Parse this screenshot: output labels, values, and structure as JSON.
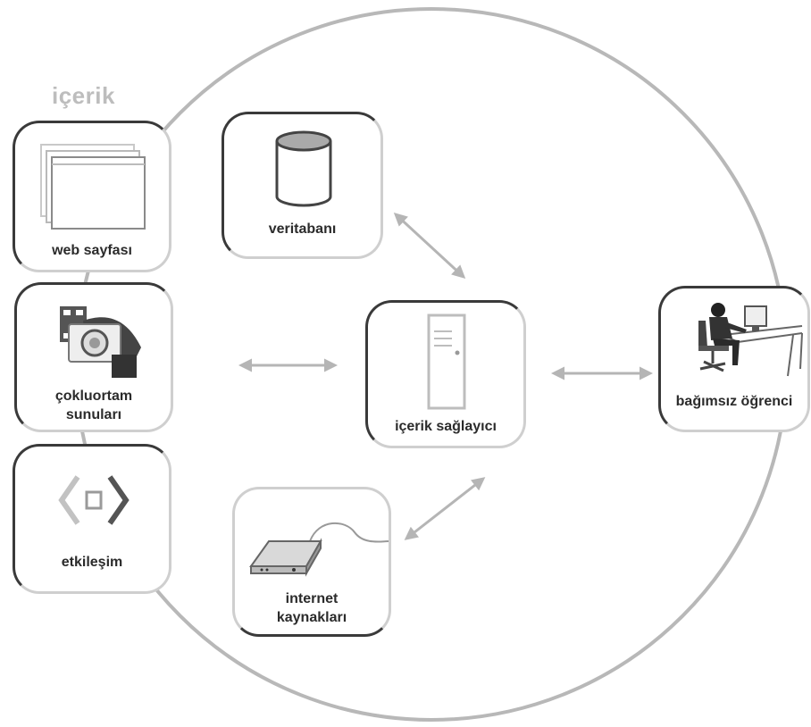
{
  "heading": "içerik",
  "nodes": {
    "web_page": {
      "label": "web sayfası",
      "icon": "web-page-icon"
    },
    "multimedia": {
      "label_line1": "çokluortam",
      "label_line2": "sunuları",
      "icon": "multimedia-icon"
    },
    "interaction": {
      "label": "etkileşim",
      "icon": "interaction-icon"
    },
    "database": {
      "label": "veritabanı",
      "icon": "database-icon"
    },
    "content_provider": {
      "label": "içerik sağlayıcı",
      "icon": "server-icon"
    },
    "internet": {
      "label_line1": "internet",
      "label_line2": "kaynakları",
      "icon": "modem-icon"
    },
    "learner": {
      "label": "bağımsız öğrenci",
      "icon": "learner-at-desk-icon"
    }
  },
  "colors": {
    "accent_gray": "#bdbdbd",
    "arrow": "#b5b5b5",
    "dark": "#3a3a3a"
  }
}
